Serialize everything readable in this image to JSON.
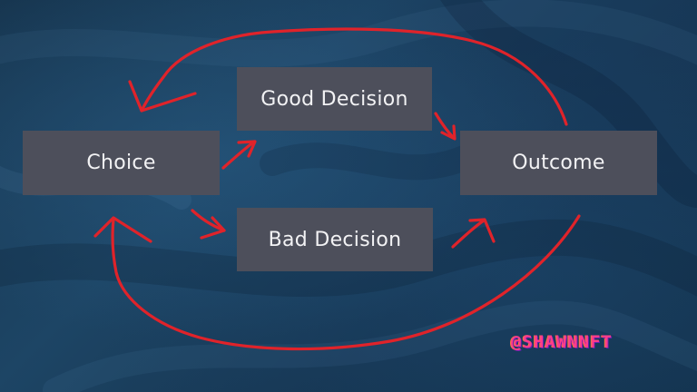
{
  "diagram": {
    "nodes": {
      "choice": "Choice",
      "good_decision": "Good Decision",
      "bad_decision": "Bad Decision",
      "outcome": "Outcome"
    },
    "edges": [
      {
        "from": "Choice",
        "to": "Good Decision"
      },
      {
        "from": "Choice",
        "to": "Bad Decision"
      },
      {
        "from": "Good Decision",
        "to": "Outcome"
      },
      {
        "from": "Bad Decision",
        "to": "Outcome"
      },
      {
        "from": "Outcome",
        "to": "Choice",
        "route": "top"
      },
      {
        "from": "Outcome",
        "to": "Choice",
        "route": "bottom"
      }
    ],
    "arrow_color": "#e0232a",
    "box_color": "#4d4f5b",
    "background_color": "#1d4565"
  },
  "watermark": "@SHAWNNFT"
}
